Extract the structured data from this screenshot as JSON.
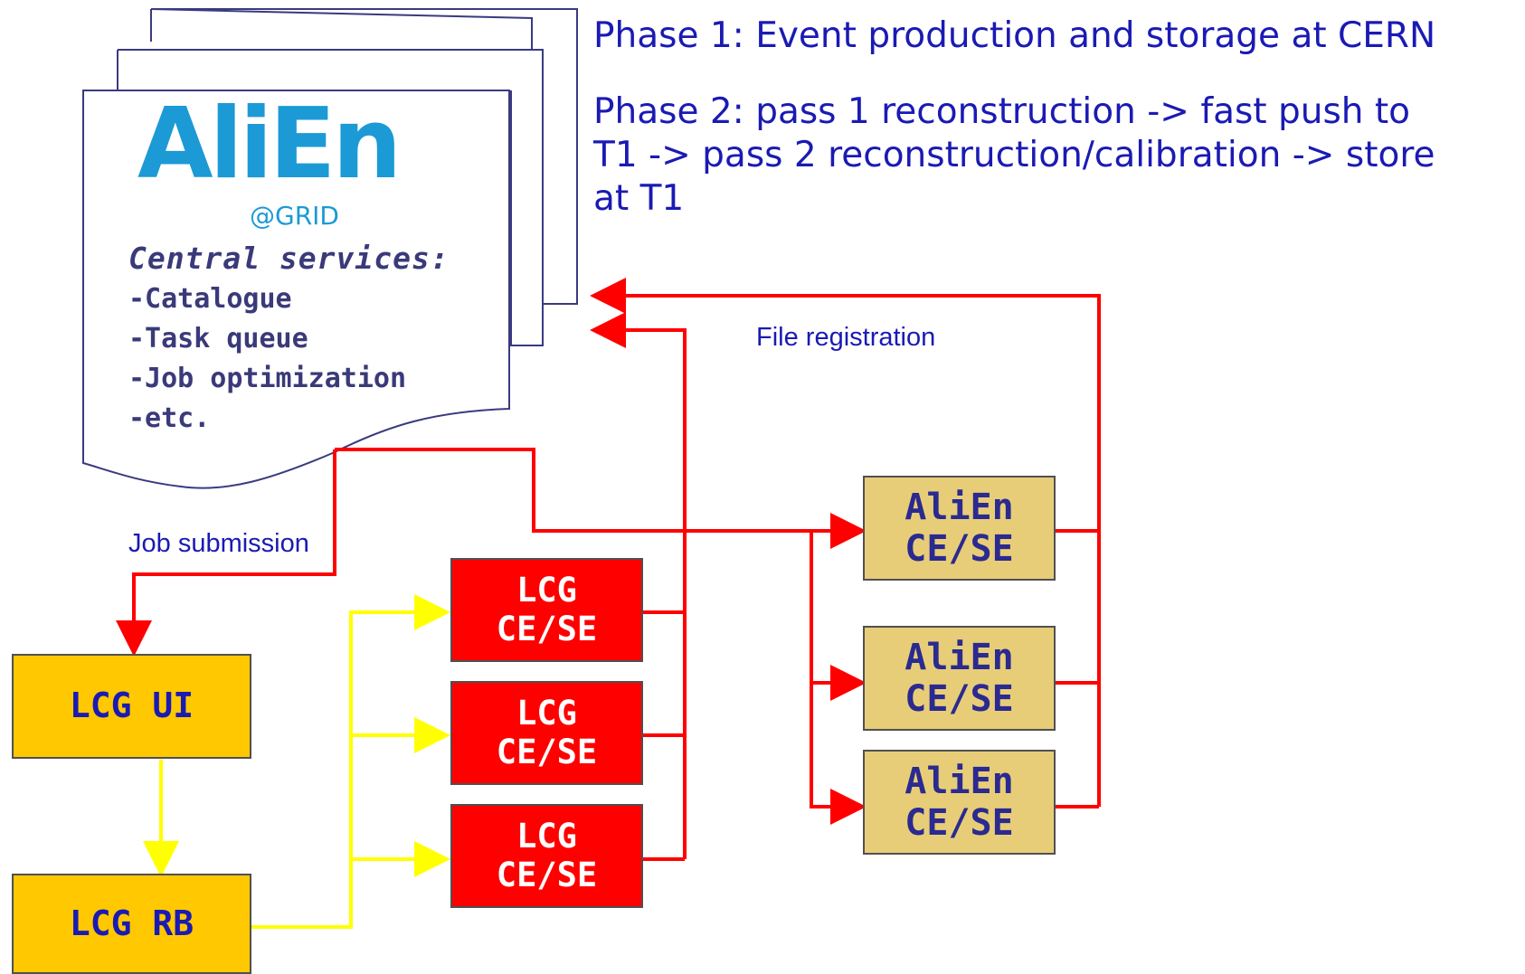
{
  "phases": {
    "phase1": "Phase 1: Event production and storage at CERN",
    "phase2_line1": "Phase 2: pass 1 reconstruction ->  fast push to",
    "phase2_line2": "T1 -> pass 2 reconstruction/calibration -> store",
    "phase2_line3": "at T1"
  },
  "central": {
    "logo_main": "AliEn",
    "logo_sub": "@GRID",
    "heading": "Central services:",
    "items": [
      "-Catalogue",
      "-Task queue",
      "-Job optimization",
      "-etc."
    ]
  },
  "labels": {
    "file_registration": "File registration",
    "job_submission": "Job submission"
  },
  "lcg_ui": "LCG UI",
  "lcg_rb": "LCG RB",
  "lcg_ce_nodes": [
    {
      "line1": "LCG",
      "line2": "CE/SE"
    },
    {
      "line1": "LCG",
      "line2": "CE/SE"
    },
    {
      "line1": "LCG",
      "line2": "CE/SE"
    }
  ],
  "alien_ce_nodes": [
    {
      "line1": "AliEn",
      "line2": "CE/SE"
    },
    {
      "line1": "AliEn",
      "line2": "CE/SE"
    },
    {
      "line1": "AliEn",
      "line2": "CE/SE"
    }
  ],
  "colors": {
    "red_line": "#ff0000",
    "yellow_line": "#ffff00",
    "text_blue": "#1a1ab4",
    "lcg_yellow": "#ffc800",
    "lcg_red": "#ff0000",
    "alien_tan": "#e8cd78"
  }
}
